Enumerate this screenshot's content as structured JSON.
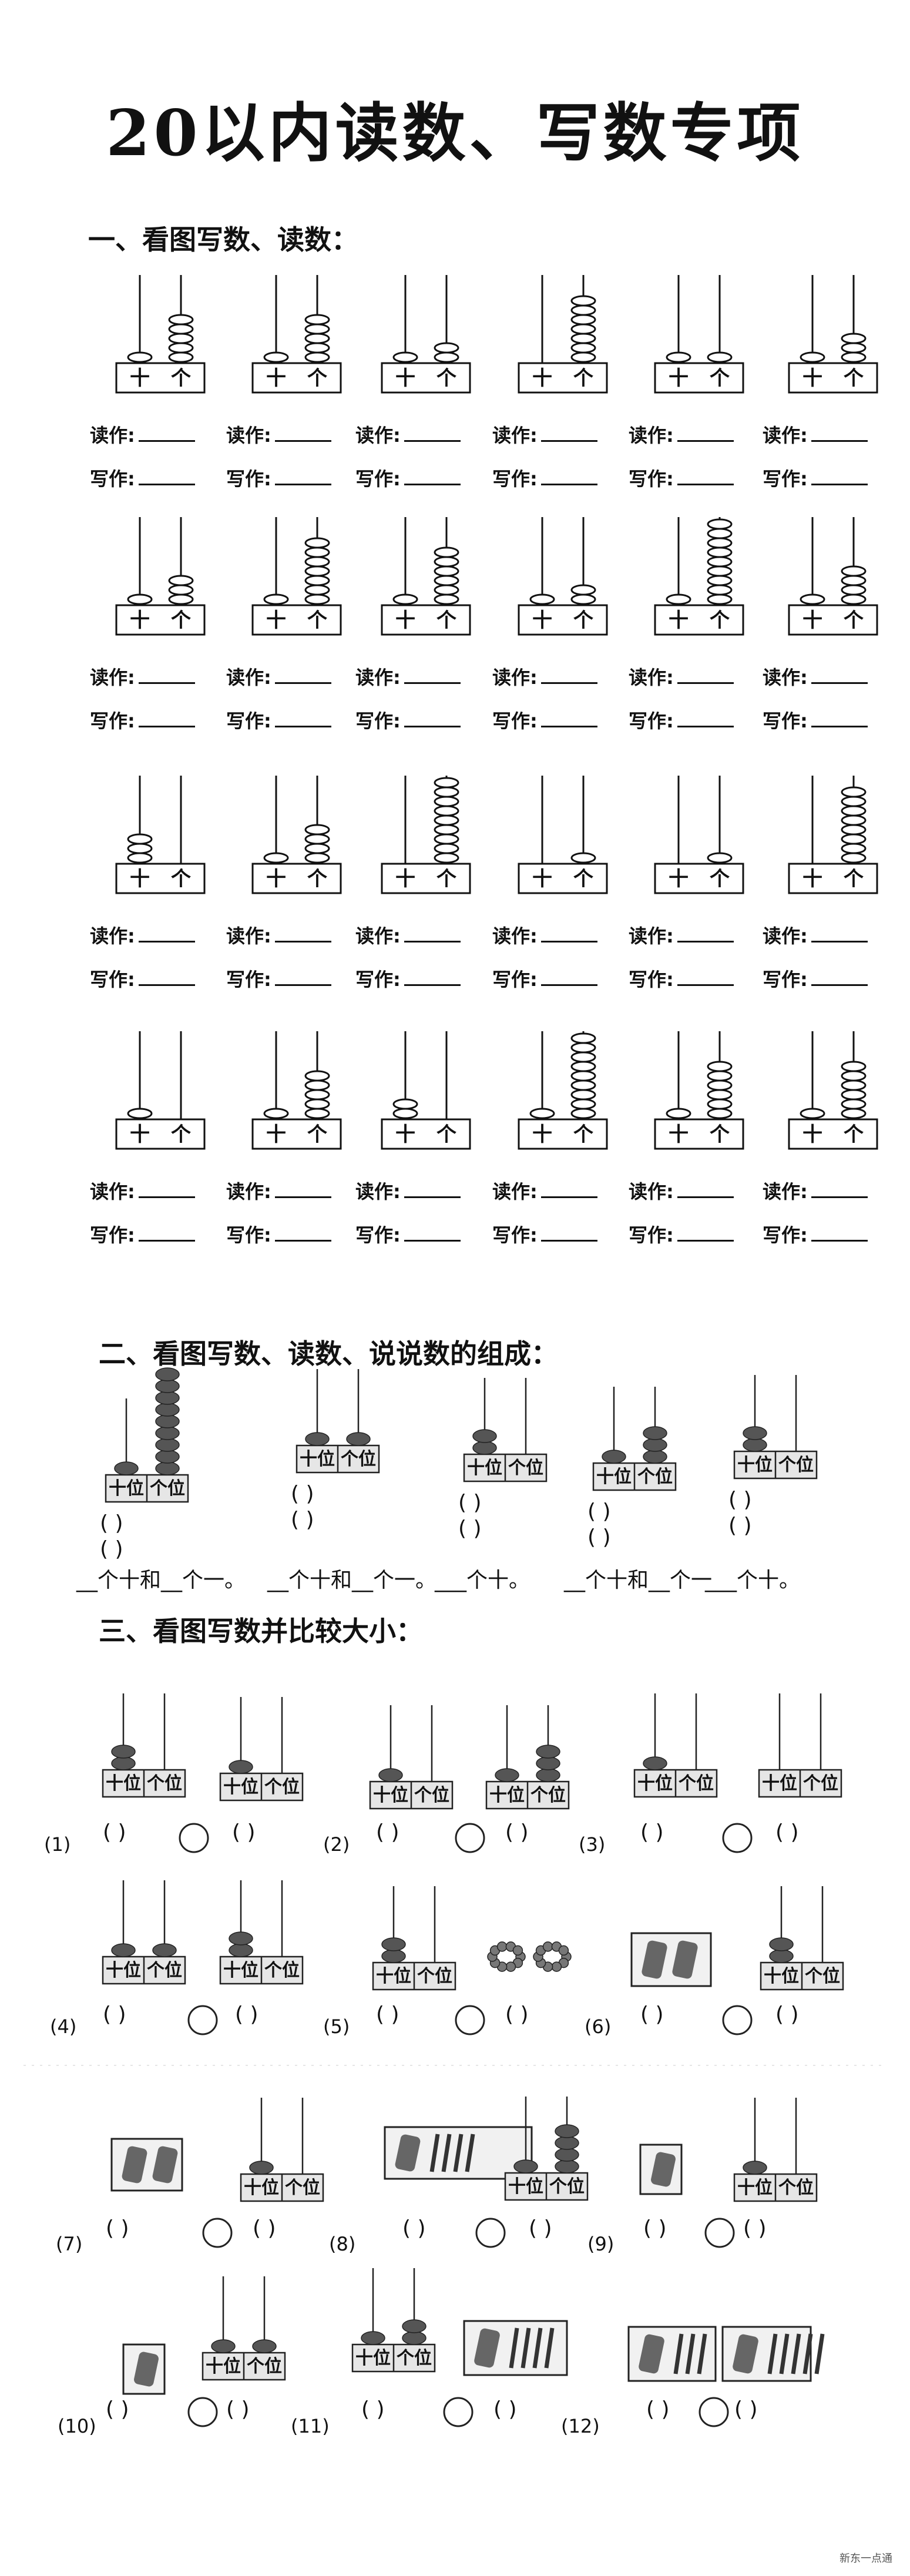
{
  "title": "20以内读数、写数专项",
  "section1": {
    "heading": "一、看图写数、读数：",
    "read_label": "读作:",
    "write_label": "写作:",
    "place_tens": "十",
    "place_ones": "个",
    "abacus_grid": [
      [
        [
          1,
          5
        ],
        [
          1,
          5
        ],
        [
          1,
          2
        ],
        [
          0,
          7
        ],
        [
          1,
          1
        ],
        [
          1,
          3
        ]
      ],
      [
        [
          1,
          3
        ],
        [
          1,
          7
        ],
        [
          1,
          6
        ],
        [
          1,
          2
        ],
        [
          1,
          9
        ],
        [
          1,
          4
        ]
      ],
      [
        [
          3,
          0
        ],
        [
          1,
          4
        ],
        [
          0,
          9
        ],
        [
          0,
          1
        ],
        [
          0,
          1
        ],
        [
          0,
          8
        ]
      ],
      [
        [
          1,
          0
        ],
        [
          1,
          5
        ],
        [
          2,
          0
        ],
        [
          1,
          9
        ],
        [
          1,
          6
        ],
        [
          1,
          6
        ]
      ]
    ]
  },
  "section2": {
    "heading": "二、看图写数、读数、说说数的组成：",
    "tens_label": "十位",
    "ones_label": "个位",
    "items": [
      {
        "tens": 1,
        "ones": 9,
        "sentence": "__个十和__个一。"
      },
      {
        "tens": 1,
        "ones": 1,
        "sentence": "__个十和__个一。"
      },
      {
        "tens": 2,
        "ones": 0,
        "sentence": "___个十。"
      },
      {
        "tens": 1,
        "ones": 3,
        "sentence": "__个十和__个一"
      },
      {
        "tens": 2,
        "ones": 0,
        "sentence": "___个十。"
      }
    ]
  },
  "section3": {
    "heading": "三、看图写数并比较大小：",
    "tens_label": "十位",
    "ones_label": "个位",
    "indices": [
      "(1)",
      "(2)",
      "(3)",
      "(4)",
      "(5)",
      "(6)",
      "(7)",
      "(8)",
      "(9)",
      "(10)",
      "(11)",
      "(12)"
    ],
    "paren": "(  )"
  },
  "footer": "新东一点通"
}
